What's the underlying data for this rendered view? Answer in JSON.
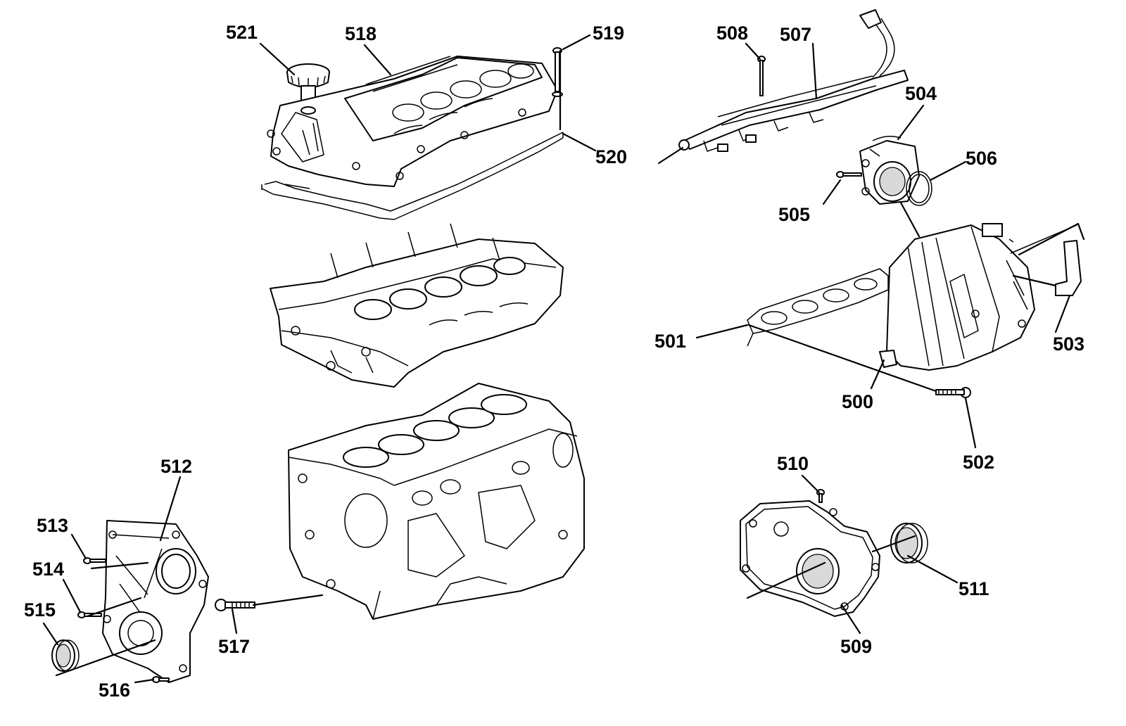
{
  "callouts": {
    "c500": "500",
    "c501": "501",
    "c502": "502",
    "c503": "503",
    "c504": "504",
    "c505": "505",
    "c506": "506",
    "c507": "507",
    "c508": "508",
    "c509": "509",
    "c510": "510",
    "c511": "511",
    "c512": "512",
    "c513": "513",
    "c514": "514",
    "c515": "515",
    "c516": "516",
    "c517": "517",
    "c518": "518",
    "c519": "519",
    "c520": "520",
    "c521": "521"
  },
  "colors": {
    "line": "#000000",
    "background": "#ffffff",
    "shade": "#d9d9d9"
  }
}
